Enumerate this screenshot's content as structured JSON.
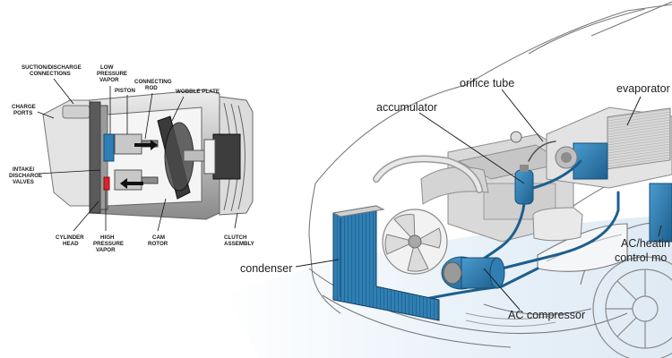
{
  "compressor_labels": {
    "suction_discharge_1": "SUCTION/DISCHARGE",
    "suction_discharge_2": "CONNECTIONS",
    "low_pressure_1": "LOW",
    "low_pressure_2": "PRESSURE",
    "low_pressure_3": "VAPOR",
    "piston": "PISTON",
    "connecting_rod_1": "CONNECTING",
    "connecting_rod_2": "ROD",
    "wobble_plate": "WOBBLE PLATE",
    "charge_ports_1": "CHARGE",
    "charge_ports_2": "PORTS",
    "intake_valves_1": "INTAKE/",
    "intake_valves_2": "DISCHARGE",
    "intake_valves_3": "VALVES",
    "cylinder_head_1": "CYLINDER",
    "cylinder_head_2": "HEAD",
    "high_pressure_1": "HIGH",
    "high_pressure_2": "PRESSURE",
    "high_pressure_3": "VAPOR",
    "cam_rotor_1": "CAM",
    "cam_rotor_2": "ROTOR",
    "clutch_1": "CLUTCH",
    "clutch_2": "ASSEMBLY"
  },
  "car_labels": {
    "orifice_tube": "orifice tube",
    "evaporator": "evaporator",
    "accumulator": "accumulator",
    "ac_heating_1": "AC/heatin",
    "ac_heating_2": "control mo",
    "condenser": "condenser",
    "ac_compressor": "AC compressor"
  },
  "colors": {
    "component_blue": "#2f7fb4",
    "component_dark_blue": "#1d5f8c",
    "line_gray": "#6d6d6d",
    "highlight_red": "#d6262a"
  }
}
